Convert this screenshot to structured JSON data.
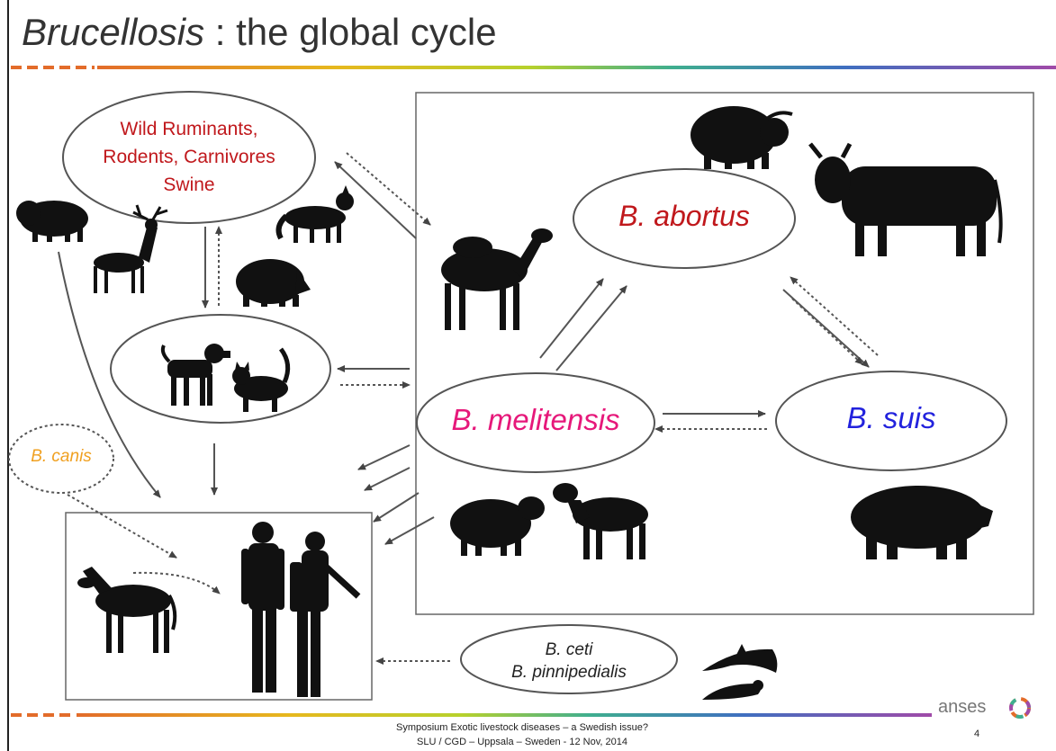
{
  "title": {
    "italic": "Brucellosis",
    "rest": " : the global cycle"
  },
  "nodes": {
    "wild": {
      "lines": [
        "Wild Ruminants,",
        "Rodents, Carnivores",
        "Swine"
      ],
      "color": "#c0181c"
    },
    "abortus": {
      "label": "B. abortus",
      "color": "#c0181c"
    },
    "melitensis": {
      "label": "B. melitensis",
      "color": "#e6187a"
    },
    "suis": {
      "label": "B. suis",
      "color": "#2222dd"
    },
    "canis": {
      "label": "B. canis",
      "color": "#f0a020"
    },
    "marine": {
      "lines": [
        "B. ceti",
        "B. pinnipedialis"
      ],
      "color": "#222222"
    }
  },
  "icons": [
    "bison-icon",
    "deer-icon",
    "fox-icon",
    "boar-icon",
    "dog-icon",
    "cat-icon",
    "camel-icon",
    "yak-icon",
    "cattle-icon",
    "pig-icon",
    "sheep-icon",
    "goat-icon",
    "horse-icon",
    "humans-icon",
    "dolphin-icon",
    "seal-icon"
  ],
  "footer": {
    "line1": "Symposium  Exotic livestock diseases – a Swedish issue?",
    "line2": "SLU /  CGD – Uppsala – Sweden - 12 Nov, 2014"
  },
  "page_number": "4",
  "logo_text": "anses"
}
